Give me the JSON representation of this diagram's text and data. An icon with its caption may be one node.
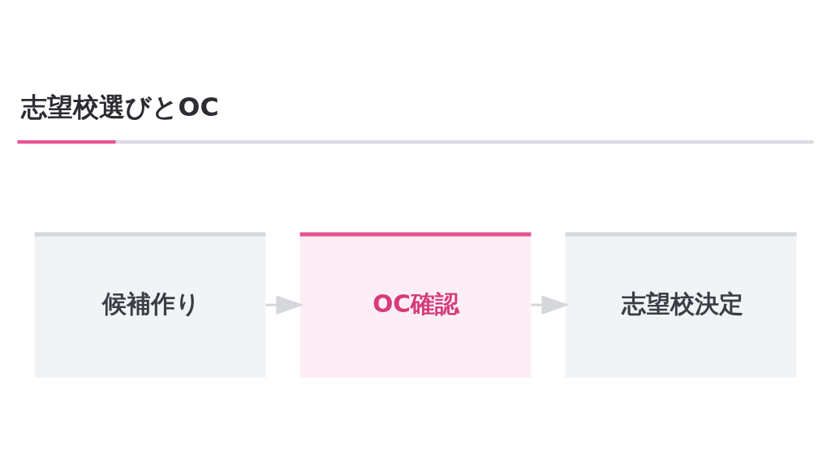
{
  "diagram": {
    "title": "志望校選びとOC",
    "nodes": [
      {
        "text": [
          "候補作り"
        ]
      },
      {
        "text": [
          "OC確認"
        ]
      },
      {
        "text": [
          "志望校決定"
        ]
      }
    ],
    "edges": [
      {
        "from": 0,
        "to": 1,
        "arrow": "to"
      },
      {
        "from": 1,
        "to": 2,
        "arrow": "to"
      }
    ]
  }
}
